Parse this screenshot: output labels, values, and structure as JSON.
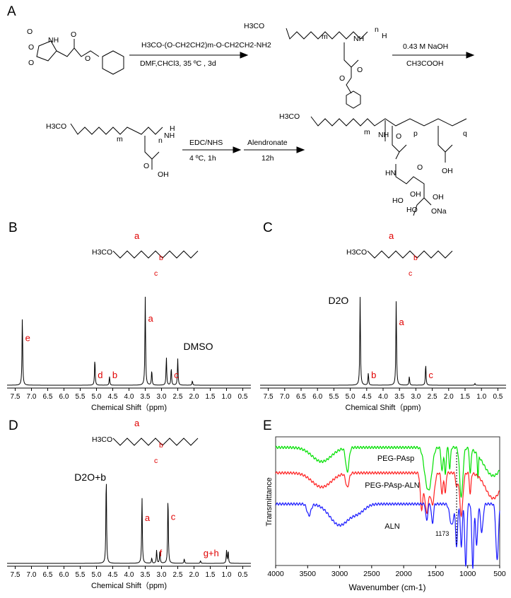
{
  "panels": {
    "A": {
      "label": "A",
      "reagent1": "H3CO-(O-CH2CH2)m-O-CH2CH2-NH2",
      "conditions1": "DMF,CHCl3, 35 ºC , 3d",
      "conditions2_top": "0.43 M NaOH",
      "conditions2_bottom": "CH3COOH",
      "conditions3_top": "EDC/NHS",
      "conditions3_bottom": "4 ºC, 1h",
      "conditions4_top": "Alendronate",
      "conditions4_bottom": "12h",
      "product_sub_labels": [
        "m",
        "n",
        "p",
        "q"
      ],
      "atoms": {
        "mpeg": "H3CO",
        "nh": "NH",
        "nh2": "NH2",
        "h": "H",
        "oh": "OH",
        "ona": "ONa",
        "o": "O",
        "n": "N"
      }
    },
    "B": {
      "label": "B",
      "peak_labels": [
        "a",
        "b",
        "c",
        "d",
        "e"
      ],
      "solvent": "DMSO"
    },
    "C": {
      "label": "C",
      "peak_labels": [
        "a",
        "b",
        "c"
      ],
      "solvent": "D2O"
    },
    "D": {
      "label": "D",
      "peak_labels": [
        "a",
        "b",
        "c",
        "f",
        "g",
        "h",
        "g+h"
      ],
      "solvent": "D2O+b"
    },
    "E": {
      "label": "E",
      "annotation": "1173"
    }
  },
  "chart_data": [
    {
      "type": "line",
      "panel": "B",
      "title": "",
      "xlabel": "Chemical Shift（ppm)",
      "ylabel": "",
      "xlim": [
        7.75,
        0.25
      ],
      "xticks": [
        "7.5",
        "7.0",
        "6.5",
        "6.0",
        "5.5",
        "5.0",
        "4.5",
        "4.0",
        "3.5",
        "3.0",
        "2.5",
        "2.0",
        "1.5",
        "1.0",
        "0.5"
      ],
      "peaks": [
        {
          "ppm": 7.28,
          "height": 0.78,
          "label": "e"
        },
        {
          "ppm": 5.05,
          "height": 0.3,
          "label": "d"
        },
        {
          "ppm": 4.6,
          "height": 0.1,
          "label": "b"
        },
        {
          "ppm": 3.5,
          "height": 1.0,
          "label": "a"
        },
        {
          "ppm": 3.3,
          "height": 0.17
        },
        {
          "ppm": 2.85,
          "height": 0.32
        },
        {
          "ppm": 2.7,
          "height": 0.2,
          "label": "c"
        },
        {
          "ppm": 2.5,
          "height": 0.3,
          "label": "DMSO"
        },
        {
          "ppm": 2.05,
          "height": 0.05
        }
      ]
    },
    {
      "type": "line",
      "panel": "C",
      "title": "",
      "xlabel": "Chemical Shift（ppm)",
      "ylabel": "",
      "xlim": [
        7.75,
        0.25
      ],
      "xticks": [
        "7.5",
        "7.0",
        "6.5",
        "6.0",
        "5.5",
        "5.0",
        "4.5",
        "4.0",
        "3.5",
        "3.0",
        "2.5",
        "2.0",
        "1.5",
        "1.0",
        "0.5"
      ],
      "peaks": [
        {
          "ppm": 4.7,
          "height": 1.0,
          "label": "D2O"
        },
        {
          "ppm": 4.45,
          "height": 0.14,
          "label": "b"
        },
        {
          "ppm": 3.6,
          "height": 0.96,
          "label": "a"
        },
        {
          "ppm": 3.2,
          "height": 0.1
        },
        {
          "ppm": 2.7,
          "height": 0.24,
          "label": "c"
        },
        {
          "ppm": 1.2,
          "height": 0.02
        }
      ]
    },
    {
      "type": "line",
      "panel": "D",
      "title": "",
      "xlabel": "Chemical Shift（ppm)",
      "ylabel": "",
      "xlim": [
        7.75,
        0.25
      ],
      "xticks": [
        "7.5",
        "7.0",
        "6.5",
        "6.0",
        "5.5",
        "5.0",
        "4.5",
        "4.0",
        "3.5",
        "3.0",
        "2.5",
        "2.0",
        "1.5",
        "1.0",
        "0.5"
      ],
      "peaks": [
        {
          "ppm": 4.7,
          "height": 1.0,
          "label": "D2O+b"
        },
        {
          "ppm": 3.6,
          "height": 0.75,
          "label": "a"
        },
        {
          "ppm": 3.3,
          "height": 0.06
        },
        {
          "ppm": 3.15,
          "height": 0.15,
          "label": "f"
        },
        {
          "ppm": 3.05,
          "height": 0.14
        },
        {
          "ppm": 2.8,
          "height": 0.76,
          "label": "c"
        },
        {
          "ppm": 2.3,
          "height": 0.05
        },
        {
          "ppm": 1.8,
          "height": 0.03,
          "label": "g+h"
        },
        {
          "ppm": 1.0,
          "height": 0.14
        },
        {
          "ppm": 0.95,
          "height": 0.14
        }
      ]
    },
    {
      "type": "line",
      "panel": "E",
      "title": "",
      "xlabel": "Wavenumber (cm-1)",
      "ylabel": "Transmittance",
      "xlim": [
        4000,
        500
      ],
      "xticks": [
        "4000",
        "3500",
        "3000",
        "2500",
        "2000",
        "1500",
        "1000",
        "500"
      ],
      "marker_line": 1173,
      "series": [
        {
          "name": "PEG-PAsp",
          "color": "#00e000",
          "bands": [
            [
              3280,
              0.1,
              150
            ],
            [
              2880,
              0.17,
              25
            ],
            [
              1650,
              0.18,
              40
            ],
            [
              1590,
              0.22,
              40
            ],
            [
              1400,
              0.17,
              15
            ],
            [
              1350,
              0.2,
              12
            ],
            [
              1280,
              0.15,
              12
            ],
            [
              1100,
              0.35,
              25
            ],
            [
              960,
              0.18,
              12
            ],
            [
              840,
              0.16,
              8
            ],
            [
              600,
              0.2,
              150
            ]
          ]
        },
        {
          "name": "PEG-PAsp-ALN",
          "color": "#ff2020",
          "bands": [
            [
              3280,
              0.1,
              150
            ],
            [
              2880,
              0.1,
              25
            ],
            [
              1720,
              0.25,
              20
            ],
            [
              1640,
              0.28,
              30
            ],
            [
              1550,
              0.22,
              30
            ],
            [
              1400,
              0.15,
              15
            ],
            [
              1350,
              0.15,
              12
            ],
            [
              1173,
              0.1,
              15
            ],
            [
              1100,
              0.3,
              25
            ],
            [
              960,
              0.15,
              12
            ],
            [
              600,
              0.18,
              120
            ]
          ]
        },
        {
          "name": "ALN",
          "color": "#1a1aff",
          "bands": [
            [
              3480,
              0.08,
              30
            ],
            [
              3000,
              0.15,
              150
            ],
            [
              2700,
              0.05,
              100
            ],
            [
              1640,
              0.12,
              15
            ],
            [
              1550,
              0.14,
              15
            ],
            [
              1250,
              0.15,
              30
            ],
            [
              1173,
              0.3,
              15
            ],
            [
              1100,
              0.3,
              15
            ],
            [
              1030,
              0.45,
              15
            ],
            [
              920,
              0.45,
              15
            ],
            [
              860,
              0.3,
              15
            ],
            [
              780,
              0.2,
              20
            ],
            [
              540,
              0.4,
              20
            ]
          ]
        }
      ]
    }
  ]
}
